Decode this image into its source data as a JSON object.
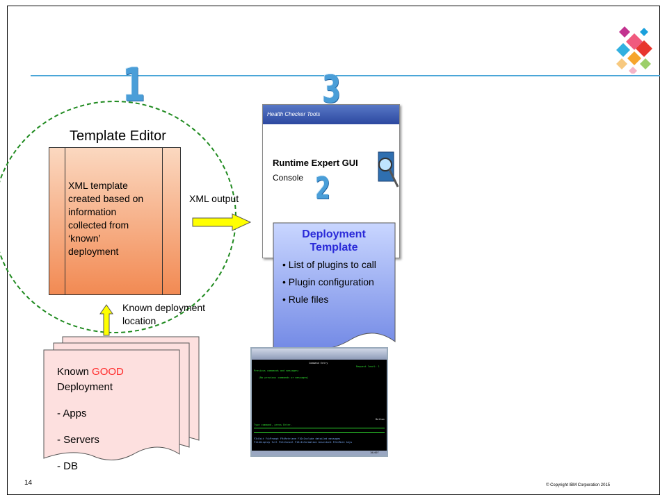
{
  "diagram": {
    "steps": {
      "step1": "1",
      "step2": "2",
      "step3": "3"
    },
    "template_editor": {
      "title": "Template Editor",
      "lines": [
        "XML template",
        "created based on",
        "information",
        "collected from",
        "‘known’",
        "deployment"
      ]
    },
    "xml_output_label": "XML output",
    "known_location_label": [
      "Known deployment",
      "location"
    ],
    "known_good": {
      "prefix": "Known ",
      "highlight": "GOOD",
      "line2": "Deployment",
      "items": [
        "- Apps",
        "- Servers",
        "- DB"
      ]
    },
    "runtime_gui": {
      "window_title": "Health Checker Tools",
      "title": "Runtime Expert GUI",
      "subtitle": "Console"
    },
    "deployment_template": {
      "title_line1": "Deployment",
      "title_line2": "Template",
      "items": [
        "• List of plugins to call",
        "• Plugin configuration",
        "• Rule files"
      ]
    },
    "command_entry": {
      "title": "Command Entry",
      "request_level": "Request level:  1",
      "line1": "Previous commands and messages:",
      "line2": "(No previous commands or messages)",
      "bottom": "Bottom",
      "prompt": "Type command, press Enter.",
      "fkeys1": "F3=Exit   F4=Prompt   F9=Retrieve   F10=Include detailed messages",
      "fkeys2": "F11=Display full   F12=Cancel   F13=Information Assistant   F24=More keys",
      "status": "10/007"
    }
  },
  "footer": {
    "page_number": "14",
    "copyright": "© Copyright IBM Corporation 2015"
  },
  "colors": {
    "accent_line": "#4aa6d8",
    "step_number": "#4a9ed8",
    "editor_box": "#f28a53",
    "dashed_circle": "#1f8a1f",
    "good_doc": "#fde0df",
    "highlight_good": "#ff2a2a",
    "template_doc": "#8fa3f0",
    "template_title": "#2a2ad8",
    "arrow_fill": "#ffff00"
  },
  "icons": [
    "ibm-mosaic-logo",
    "magnifier-icon",
    "right-arrow",
    "up-arrow"
  ]
}
